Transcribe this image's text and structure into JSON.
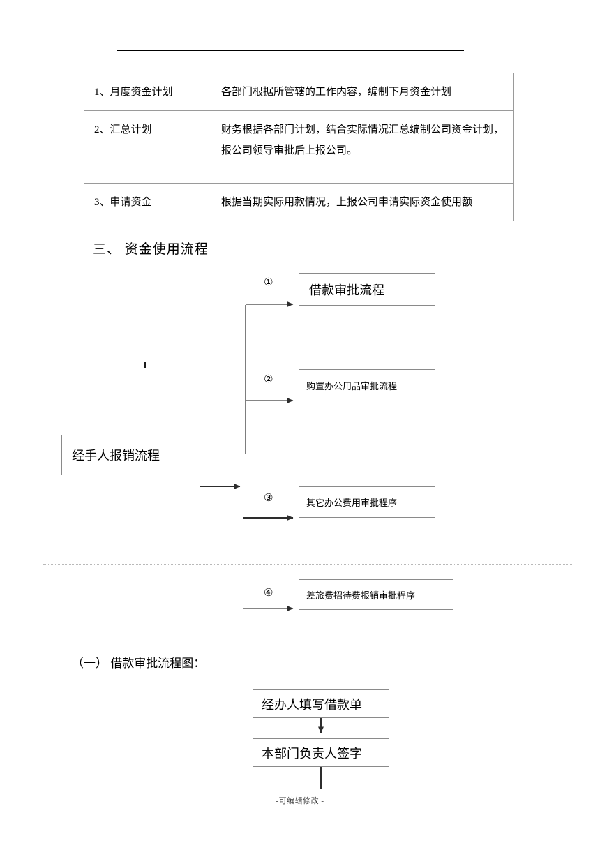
{
  "document": {
    "footer_note": "-可编辑修改 -"
  },
  "funding_plan_table": {
    "rows": [
      {
        "item": "1、月度资金计划",
        "description": "各部门根据所管辖的工作内容，编制下月资金计划"
      },
      {
        "item": "2、汇总计划",
        "description": "财务根据各部门计划，结合实际情况汇总编制公司资金计划，报公司领导审批后上报公司。"
      },
      {
        "item": "3、申请资金",
        "description": "根据当期实际用款情况，上报公司申请实际资金使用额"
      }
    ]
  },
  "section": {
    "heading": "三、  资金使用流程",
    "subheading": "（一）  借款审批流程图："
  },
  "usage_flow": {
    "source_box": "经手人报销流程",
    "branches": [
      {
        "marker": "①",
        "label": "借款审批流程"
      },
      {
        "marker": "②",
        "label": "购置办公用品审批流程"
      },
      {
        "marker": "③",
        "label": "其它办公费用审批程序"
      },
      {
        "marker": "④",
        "label": "差旅费招待费报销审批程序"
      }
    ]
  },
  "loan_flowchart": {
    "steps": [
      "经办人填写借款单",
      "本部门负责人签字"
    ]
  }
}
